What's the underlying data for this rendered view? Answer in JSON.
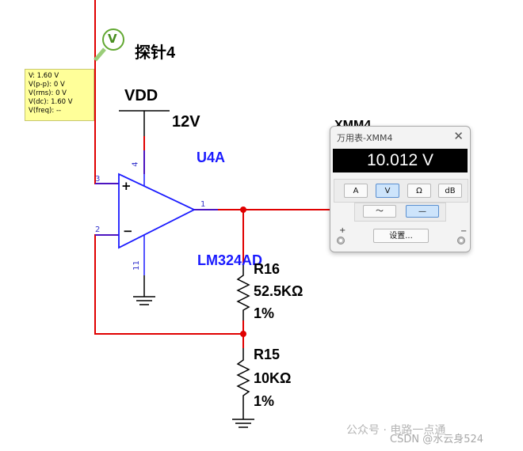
{
  "probe": {
    "label": "探针4",
    "icon": "V",
    "readings": [
      "V: 1.60 V",
      "V(p-p): 0 V",
      "V(rms): 0 V",
      "V(dc): 1.60 V",
      "V(freq): --"
    ]
  },
  "supply": {
    "net": "VDD",
    "voltage": "12V"
  },
  "opamp": {
    "ref": "U4A",
    "part": "LM324AD",
    "pins": {
      "noninv": "3",
      "inv": "2",
      "out": "1",
      "vplus": "4",
      "vminus": "11"
    },
    "plus_sign": "+",
    "minus_sign": "−"
  },
  "r16": {
    "ref": "R16",
    "value": "52.5KΩ",
    "tol": "1%"
  },
  "r15": {
    "ref": "R15",
    "value": "10KΩ",
    "tol": "1%"
  },
  "xmm_label_behind": "XMM4",
  "multimeter": {
    "title": "万用表-XMM4",
    "close": "✕",
    "reading": "10.012 V",
    "modes": [
      "A",
      "V",
      "Ω",
      "dB"
    ],
    "active_mode": "V",
    "coupling": [
      "～",
      "—"
    ],
    "active_coupling": "—",
    "settings_label": "设置...",
    "term_plus": "+",
    "term_minus": "−"
  },
  "watermark": "公众号 · 电路一点通",
  "watermark_csdn": "CSDN @水云身524",
  "colors": {
    "wire": "#e00000",
    "node": "#e00000",
    "part": "#000000",
    "label_blue": "#1a1aff",
    "probe_bg": "#ffff99"
  }
}
